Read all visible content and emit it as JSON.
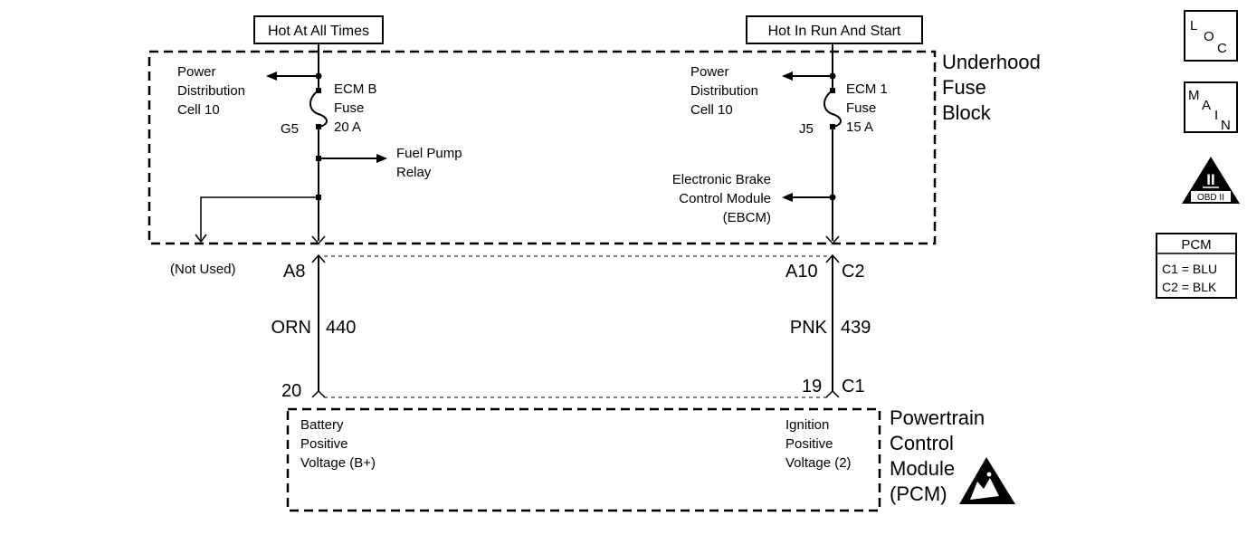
{
  "power_sources": {
    "left": "Hot At All Times",
    "right": "Hot In Run And Start"
  },
  "fuse_block": {
    "title_lines": [
      "Underhood",
      "Fuse",
      "Block"
    ],
    "left": {
      "power_dist_lines": [
        "Power",
        "Distribution",
        "Cell 10"
      ],
      "fuse_lines": [
        "ECM B",
        "Fuse",
        "20 A"
      ],
      "fuse_terminal": "G5",
      "fuel_pump_lines": [
        "Fuel Pump",
        "Relay"
      ],
      "not_used": "(Not Used)"
    },
    "right": {
      "power_dist_lines": [
        "Power",
        "Distribution",
        "Cell 10"
      ],
      "fuse_lines": [
        "ECM 1",
        "Fuse",
        "15 A"
      ],
      "fuse_terminal": "J5",
      "ebcm_lines": [
        "Electronic Brake",
        "Control Module",
        "(EBCM)"
      ]
    }
  },
  "connectors": {
    "left_top_pin": "A8",
    "right_top_pin": "A10",
    "right_top_conn": "C2",
    "left_bottom_pin": "20",
    "right_bottom_pin": "19",
    "right_bottom_conn": "C1"
  },
  "wires": {
    "left": {
      "color": "ORN",
      "circuit": "440"
    },
    "right": {
      "color": "PNK",
      "circuit": "439"
    }
  },
  "pcm": {
    "title_lines": [
      "Powertrain",
      "Control",
      "Module",
      "(PCM)"
    ],
    "left_label_lines": [
      "Battery",
      "Positive",
      "Voltage (B+)"
    ],
    "right_label_lines": [
      "Ignition",
      "Positive",
      "Voltage (2)"
    ]
  },
  "icons": {
    "loc": {
      "l": "L",
      "o": "O",
      "c": "C"
    },
    "main": {
      "m": "M",
      "a": "A",
      "i": "I",
      "n": "N"
    },
    "obd": {
      "numeral": "II",
      "label": "OBD II"
    }
  },
  "legend": {
    "title": "PCM",
    "rows": [
      "C1 = BLU",
      "C2 = BLK"
    ]
  }
}
